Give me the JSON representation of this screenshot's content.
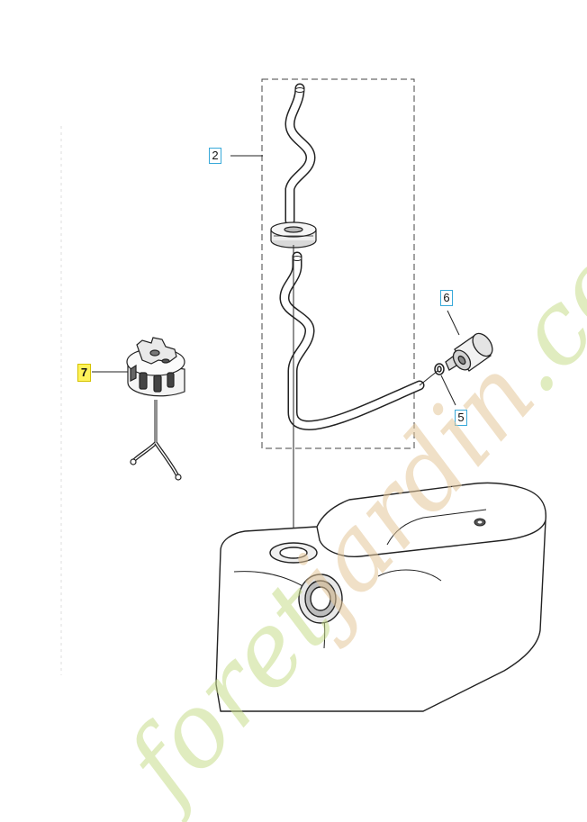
{
  "callouts": {
    "c2": "2",
    "c5": "5",
    "c6": "6",
    "c7": "7"
  },
  "colors": {
    "callout_border": "#38a9d9",
    "highlight": "#fff25a",
    "watermark_green": "#c8dd8c",
    "watermark_tan": "#e4c79a",
    "line": "#222222"
  },
  "watermark": {
    "part1": "foret",
    "part2": "jardin",
    "part3": ".com"
  }
}
